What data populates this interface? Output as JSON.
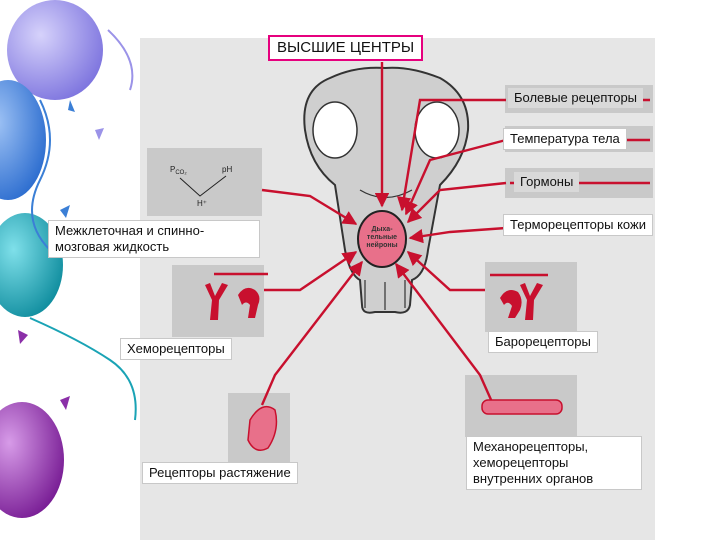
{
  "title": "ВЫСШИЕ ЦЕНТРЫ",
  "center_label": "Дыха-\nтельные\nнейроны",
  "formula": {
    "pco2": "P",
    "pco2_sub": "CO₂",
    "ph": "pH",
    "hplus": "H⁺"
  },
  "labels": {
    "pain": "Болевые рецепторы",
    "temperature": "Температура тела",
    "hormones": "Гормоны",
    "skin_thermo": "Терморецепторы кожи",
    "fluid": "Межклеточная и спинно-мозговая жидкость",
    "chemo": "Хеморецепторы",
    "baro": "Барорецепторы",
    "stretch": "Рецепторы растяжение",
    "mechano": "Механорецепторы, хеморецепторы внутренних органов"
  },
  "colors": {
    "arrow": "#c8102e",
    "panel": "#e6e6e6",
    "center": "#e8708a",
    "title_border": "#e6007e",
    "balloon_blue": "#3b7fd6",
    "balloon_purple": "#8b2fa8",
    "balloon_teal": "#1aa3b5",
    "balloon_lavender": "#9b93e8"
  }
}
